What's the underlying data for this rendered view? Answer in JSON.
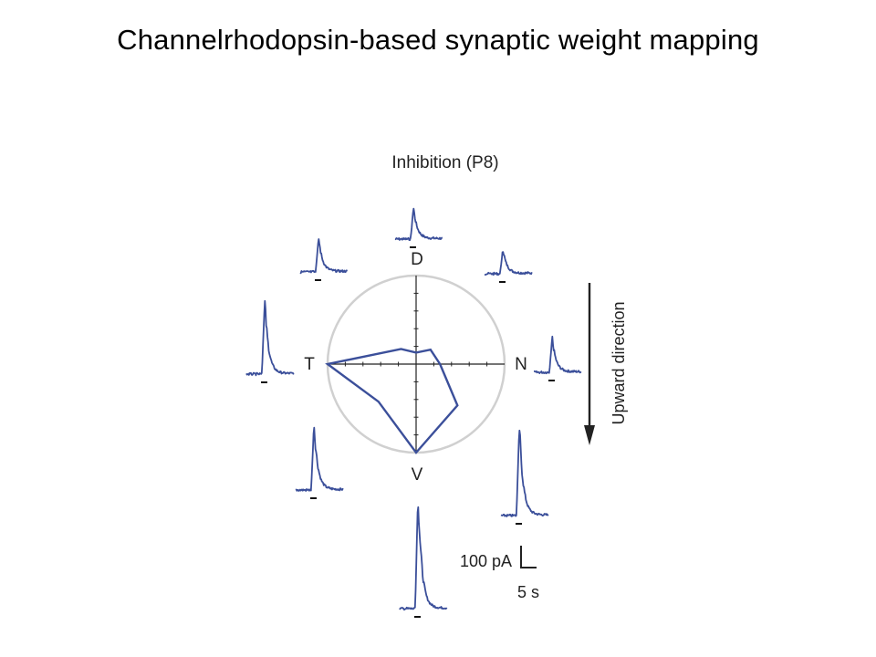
{
  "slide": {
    "title": "Channelrhodopsin-based synaptic weight mapping"
  },
  "figure": {
    "panel_title": "Inhibition (P8)",
    "axis_labels": {
      "top": "D",
      "right": "N",
      "bottom": "V",
      "left": "T"
    },
    "direction_label": "Upward direction",
    "scale_bar": {
      "current": "100 pA",
      "time": "5 s"
    },
    "colors": {
      "trace": "#3b4f9a",
      "circle": "#d0d0d0",
      "axes": "#222222"
    }
  },
  "chart_data": {
    "type": "polar",
    "directions_deg": [
      0,
      45,
      90,
      135,
      180,
      225,
      270,
      315
    ],
    "direction_names": [
      "N",
      "",
      "D",
      "",
      "T",
      "",
      "V",
      ""
    ],
    "values": [
      0.27,
      0.23,
      0.13,
      0.24,
      1.0,
      0.6,
      1.0,
      0.66
    ],
    "radial_max": 1.0,
    "grid": false,
    "traces": [
      {
        "direction": "D",
        "peak": 0.45
      },
      {
        "direction": "ND",
        "peak": 0.36
      },
      {
        "direction": "N",
        "peak": 0.5
      },
      {
        "direction": "NV",
        "peak": 1.3
      },
      {
        "direction": "V",
        "peak": 1.65
      },
      {
        "direction": "TV",
        "peak": 0.95
      },
      {
        "direction": "T",
        "peak": 1.05
      },
      {
        "direction": "TD",
        "peak": 0.5
      }
    ]
  }
}
